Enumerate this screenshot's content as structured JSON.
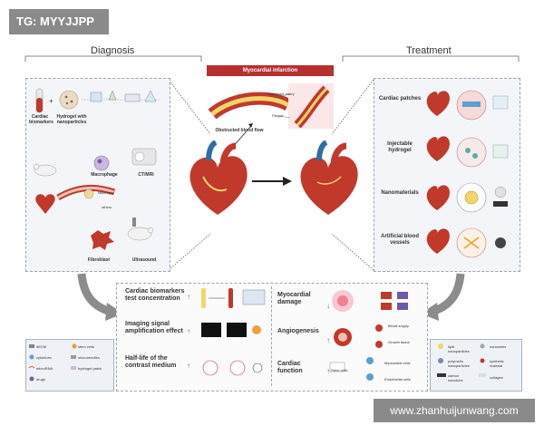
{
  "watermark_top": "TG: MYYJJPP",
  "watermark_bottom": "www.zhanhuijunwang.com",
  "diagnosis": {
    "title": "Diagnosis",
    "labels": {
      "biomarkers": "Cardiac biomarkers",
      "hydrogel": "Hydrogel with nanoparticles",
      "macrophage": "Macrophage",
      "ctmri": "CT/MRI",
      "fibroblast": "Fibroblast",
      "ultrasound": "Ultrasound",
      "neutrophil": "Neutrophil",
      "others": "others"
    }
  },
  "center": {
    "banner": "Myocardial infarction",
    "obstructed": "Obstructed blood flow",
    "narrowed": "Narrowed artery",
    "plaque": "Plaque"
  },
  "treatment": {
    "title": "Treatment",
    "items": [
      "Cardiac patches",
      "Injectable hydrogel",
      "Nanomaterials",
      "Artificial blood vessels"
    ]
  },
  "bottom": {
    "left_rows": [
      "Cardiac biomarkers test concentration",
      "Imaging signal amplification effect",
      "Half-life of the contrast medium"
    ],
    "right_rows": [
      "Myocardial damage",
      "Angiogenesis",
      "Cardiac function"
    ],
    "tags": [
      "Blood supply",
      "Growth factor",
      "Myocardial cells",
      "Endothelial cells",
      "Stem cells"
    ]
  },
  "legend_left": [
    "dECM",
    "stem cells",
    "cytokines",
    "microneedles",
    "microRNA",
    "hydrogel patch",
    "drugs"
  ],
  "legend_right": [
    "lipid nanoparticles",
    "nanowires",
    "polymeric nanoparticles",
    "synthetic material",
    "carbon nanotube",
    "collagen"
  ],
  "colors": {
    "heart_red": "#c0392b",
    "vessel_blue": "#2d6ea3",
    "banner_red": "#b5302e",
    "panel_bg": "#f3f5f8"
  }
}
